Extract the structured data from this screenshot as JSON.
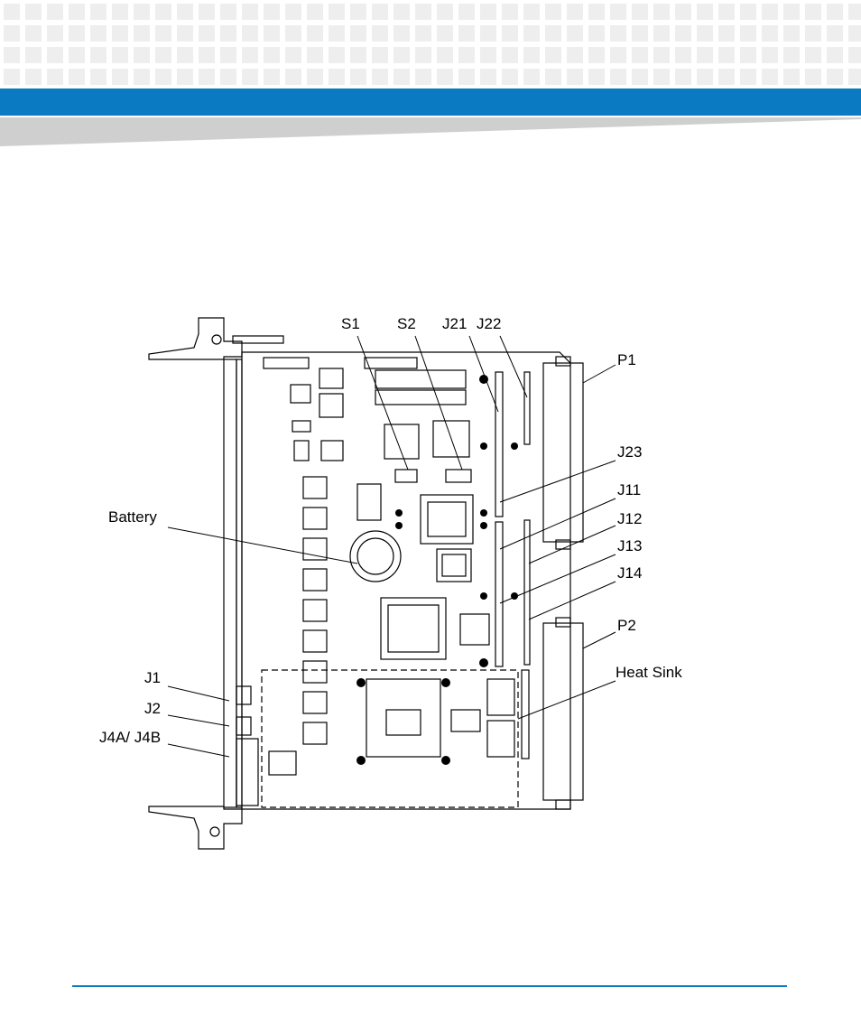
{
  "header": {
    "accent_color": "#0a7bc2",
    "band_color": "#cfcfcf",
    "grid_color": "#eeeeee"
  },
  "figure": {
    "labels": {
      "s1": "S1",
      "s2": "S2",
      "j21": "J21",
      "j22": "J22",
      "p1": "P1",
      "j23": "J23",
      "j11": "J11",
      "j12": "J12",
      "j13": "J13",
      "j14": "J14",
      "battery": "Battery",
      "p2": "P2",
      "heat_sink": "Heat Sink",
      "j1": "J1",
      "j2": "J2",
      "j4": "J4A/ J4B"
    }
  }
}
